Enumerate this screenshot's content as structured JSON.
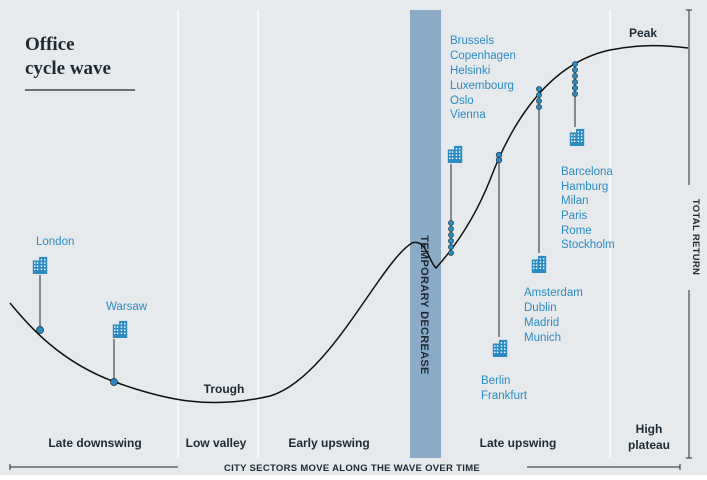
{
  "title": [
    "Office",
    "cycle wave"
  ],
  "phases": [
    "Late downswing",
    "Low valley",
    "Early upswing",
    "Late upswing",
    "High",
    "plateau"
  ],
  "special_phase": "TEMPORARY DECREASE",
  "curve_labels": {
    "trough": "Trough",
    "peak": "Peak"
  },
  "axes": {
    "x_label": "CITY SECTORS MOVE ALONG THE WAVE OVER TIME",
    "y_label": "TOTAL RETURN"
  },
  "city_groups": {
    "london": [
      "London"
    ],
    "warsaw": [
      "Warsaw"
    ],
    "north": [
      "Brussels",
      "Copenhagen",
      "Helsinki",
      "Luxembourg",
      "Oslo",
      "Vienna"
    ],
    "berlin": [
      "Berlin",
      "Frankfurt"
    ],
    "amsterdam": [
      "Amsterdam",
      "Dublin",
      "Madrid",
      "Munich"
    ],
    "south": [
      "Barcelona",
      "Hamburg",
      "Milan",
      "Paris",
      "Rome",
      "Stockholm"
    ]
  },
  "colors": {
    "background": "#e6eaec",
    "band": "#8aaac5",
    "city": "#2a8bc2",
    "curve": "#111111",
    "divider": "#ffffff"
  }
}
